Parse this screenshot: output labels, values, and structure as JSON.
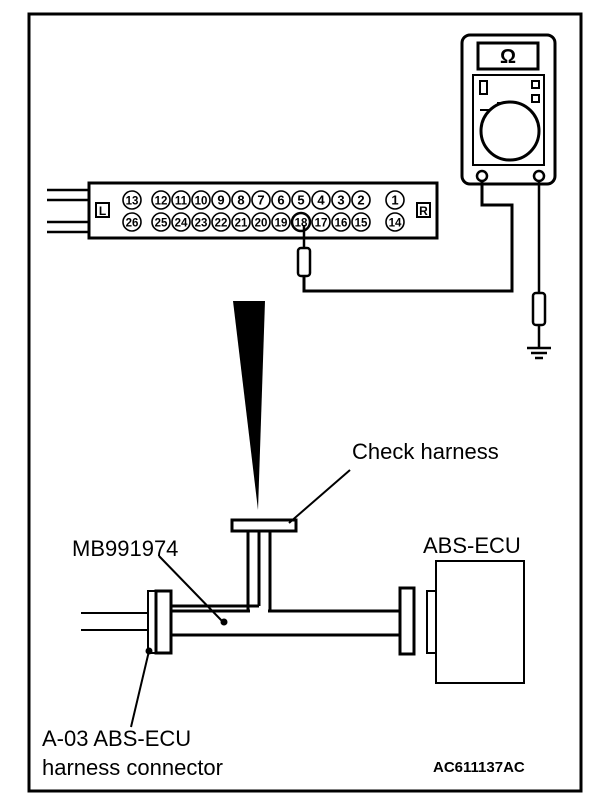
{
  "labels": {
    "check_harness": "Check harness",
    "mb_number": "MB991974",
    "abs_ecu": "ABS-ECU",
    "connector_line1": "A-03 ABS-ECU",
    "connector_line2": "harness connector",
    "figure_code": "AC611137AC"
  },
  "meter": {
    "symbol": "Ω",
    "icon": "ohmmeter-icon"
  },
  "connector": {
    "left_tag": "L",
    "right_tag": "R",
    "top_pins": [
      "13",
      "12",
      "11",
      "10",
      "9",
      "8",
      "7",
      "6",
      "5",
      "4",
      "3",
      "2",
      "1"
    ],
    "bottom_pins": [
      "26",
      "25",
      "24",
      "23",
      "22",
      "21",
      "20",
      "19",
      "18",
      "17",
      "16",
      "15",
      "14"
    ],
    "probed_pin": "18"
  },
  "colors": {
    "line": "#000000",
    "background": "#ffffff"
  }
}
